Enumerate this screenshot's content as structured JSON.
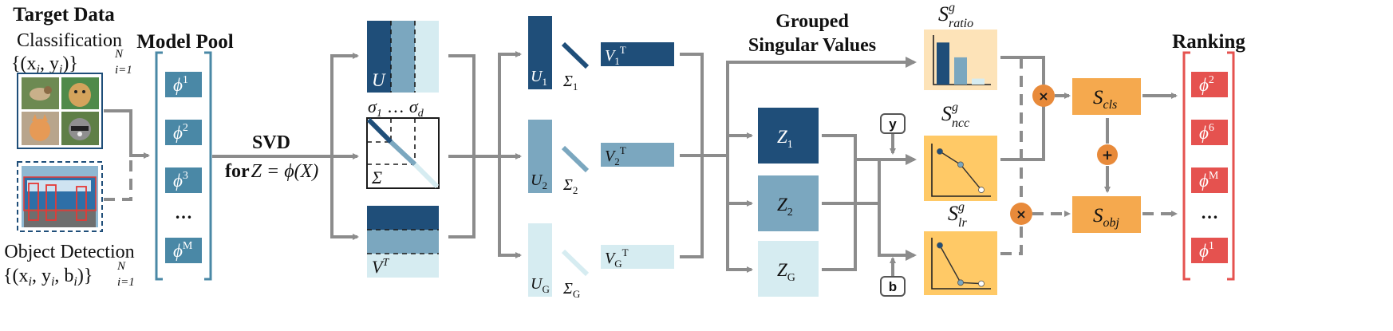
{
  "colors": {
    "dark_blue": "#1f4e79",
    "mid_blue": "#7ba7bf",
    "light_blue": "#d6ecf1",
    "teal_chip": "#4a88a6",
    "orange": "#f5a94e",
    "red": "#e5524f",
    "pale_orange": "#fde3b8",
    "yellow_orange": "#ffc966",
    "arrow_gray": "#8c8c8c"
  },
  "target_data": {
    "title": "Target Data",
    "classification": {
      "label": "Classification",
      "formula_main": "{(x",
      "formula_i": "i",
      "formula_mid": ", y",
      "formula_i2": "i",
      "formula_close": ")}",
      "sup": "N",
      "sub": "i=1",
      "images": [
        "bird photo",
        "dog photo",
        "kitten photo",
        "raccoon photo"
      ]
    },
    "detection": {
      "label": "Object Detection",
      "formula_main": "{(x",
      "formula_i": "i",
      "formula_mid": ", y",
      "formula_i2": "i",
      "formula_mid2": ", b",
      "formula_i3": "i",
      "formula_close": ")}",
      "sup": "N",
      "sub": "i=1",
      "image": "street scene with bus and pedestrians"
    }
  },
  "model_pool": {
    "title": "Model Pool",
    "items": [
      {
        "base": "ϕ",
        "sup": "1"
      },
      {
        "base": "ϕ",
        "sup": "2"
      },
      {
        "base": "ϕ",
        "sup": "3"
      },
      {
        "base": "…",
        "sup": ""
      },
      {
        "base": "ϕ",
        "sup": "M"
      }
    ]
  },
  "svd": {
    "title": "SVD",
    "for_text": "for",
    "equation": "Z = ϕ(X)"
  },
  "decomposition": {
    "u_label": "U",
    "sigma_label": "Σ",
    "sigma_first": "σ",
    "sigma_first_sub": "1",
    "sigma_dots": "…",
    "sigma_last": "σ",
    "sigma_last_sub": "d",
    "vt_label": "V",
    "vt_sup": "T"
  },
  "groups": [
    {
      "u_sub": "1",
      "sigma_sub": "1",
      "v_sub": "1",
      "z_sub": "1"
    },
    {
      "u_sub": "2",
      "sigma_sub": "2",
      "v_sub": "2",
      "z_sub": "2"
    },
    {
      "u_sub": "G",
      "sigma_sub": "G",
      "v_sub": "G",
      "z_sub": "G"
    }
  ],
  "grouped_sv": {
    "title_line1": "Grouped",
    "title_line2": "Singular Values"
  },
  "scores": {
    "ratio": {
      "base": "S",
      "sup": "g",
      "sub": "ratio"
    },
    "ncc": {
      "base": "S",
      "sup": "g",
      "sub": "ncc"
    },
    "lr": {
      "base": "S",
      "sup": "g",
      "sub": "lr"
    },
    "cls": {
      "base": "S",
      "sub": "cls"
    },
    "obj": {
      "base": "S",
      "sub": "obj"
    }
  },
  "inputs": {
    "y_label": "y",
    "b_label": "b"
  },
  "operators": {
    "multiply": "×",
    "add": "+"
  },
  "ranking": {
    "title": "Ranking",
    "items": [
      {
        "base": "ϕ",
        "sup": "2"
      },
      {
        "base": "ϕ",
        "sup": "6"
      },
      {
        "base": "ϕ",
        "sup": "M"
      },
      {
        "base": "…",
        "sup": ""
      },
      {
        "base": "ϕ",
        "sup": "1"
      }
    ]
  },
  "mini_charts": {
    "ratio_bars": [
      0.85,
      0.55,
      0.12
    ],
    "ncc_points": [
      0.85,
      0.6,
      0.12
    ],
    "lr_points": [
      0.85,
      0.12,
      0.1
    ]
  }
}
